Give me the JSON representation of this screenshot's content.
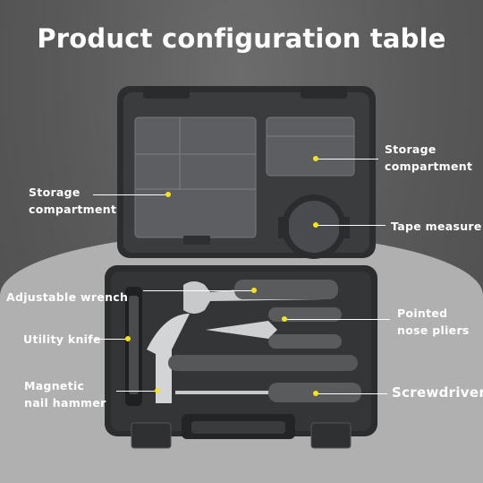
{
  "title": "Product configuration table",
  "labels": {
    "storage_left": [
      "Storage",
      "compartment"
    ],
    "storage_right": [
      "Storage",
      "compartment"
    ],
    "tape_measure": "Tape measure",
    "adjustable_wrench": "Adjustable wrench",
    "pointed_pliers": [
      "Pointed",
      "nose pliers"
    ],
    "utility_knife": "Utility knife",
    "hammer": [
      "Magnetic",
      "nail hammer"
    ],
    "screwdriver": "Screwdriver"
  },
  "colors": {
    "callout_dot": "#f4e41c",
    "text": "#ffffff",
    "case": "#3a3b3d",
    "handle_grip": "#5a5b5d"
  }
}
